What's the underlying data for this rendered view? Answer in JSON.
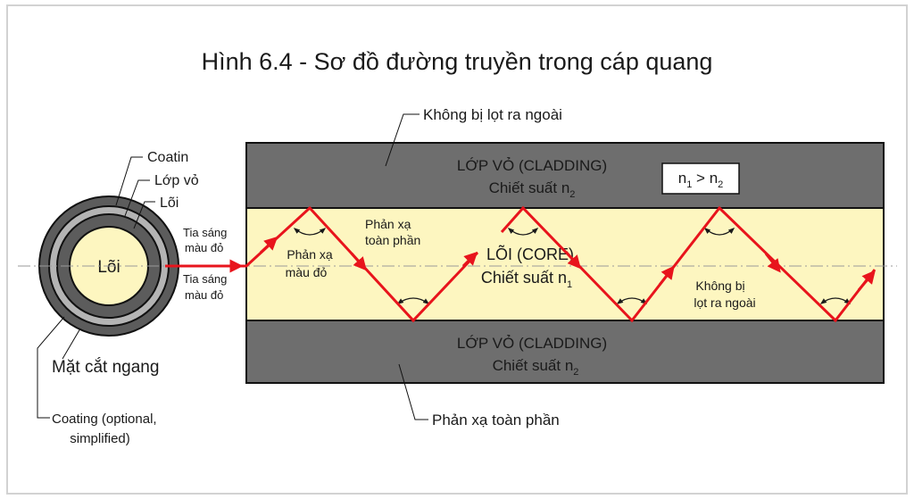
{
  "title": "Hình 6.4 - Sơ đồ đường truyền trong cáp quang",
  "cross_section": {
    "core_label": "Lõi",
    "labels": [
      "Coatin",
      "Lớp vỏ",
      "Lõi"
    ],
    "section_label": "Mặt cắt ngang",
    "coating_note_line1": "Coating (optional,",
    "coating_note_line2": "simplified)"
  },
  "ray": {
    "label_top_line1": "Tia sáng",
    "label_top_line2": "màu đỏ",
    "label_bottom_line1": "Tia sáng",
    "label_bottom_line2": "màu đỏ",
    "color": "#e8141c"
  },
  "cladding_top": {
    "line1": "LỚP VỎ (CLADDING)",
    "line2_text": "Chiết suất n",
    "line2_sub": "2"
  },
  "cladding_bottom": {
    "line1": "LỚP VỎ (CLADDING)",
    "line2_text": "Chiết suất n",
    "line2_sub": "2"
  },
  "core": {
    "line1": "LÕI (CORE)",
    "line2_text": "Chiết suất n",
    "line2_sub": "1"
  },
  "index_box": {
    "n1_text": "n",
    "n1_sub": "1",
    "op": " > ",
    "n2_text": "n",
    "n2_sub": "2"
  },
  "annotations": {
    "top_callout": "Không bị lọt ra ngoài",
    "bottom_callout": "Phản xạ toàn phần",
    "reflect_a_line1": "Phản xạ",
    "reflect_a_line2": "toàn phần",
    "reflect_b_line1": "Phản xạ",
    "reflect_b_line2": "màu đỏ",
    "no_leak_line1": "Không bị",
    "no_leak_line2": "lọt ra ngoài"
  },
  "colors": {
    "cladding": "#6e6e6e",
    "core": "#fdf6c0",
    "ring_dark": "#5c5c5c",
    "ring_light": "#b4b4b4",
    "ray": "#e8141c"
  }
}
